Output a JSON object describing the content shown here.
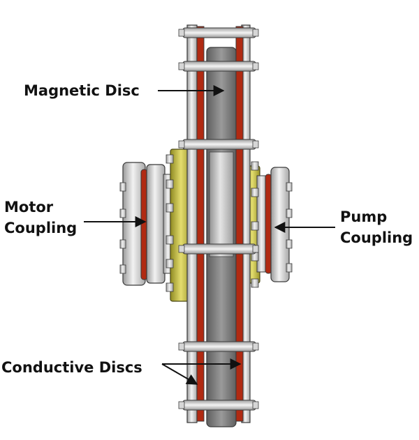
{
  "labels": {
    "magnetic_disc": "Magnetic Disc",
    "motor_coupling_line1": "Motor",
    "motor_coupling_line2": "Coupling",
    "pump_coupling_line1": "Pump",
    "pump_coupling_line2": "Coupling",
    "conductive_discs": "Conductive Discs"
  },
  "colors": {
    "disc_gray": "#8e8e8e",
    "disc_dark": "#6f6f6f",
    "steel_light": "#e6e6e6",
    "steel_mid": "#c4c4c4",
    "copper_red": "#b02a12",
    "hub_yellow": "#c9c24a",
    "outline": "#3a3a3a",
    "arrow": "#111111"
  }
}
